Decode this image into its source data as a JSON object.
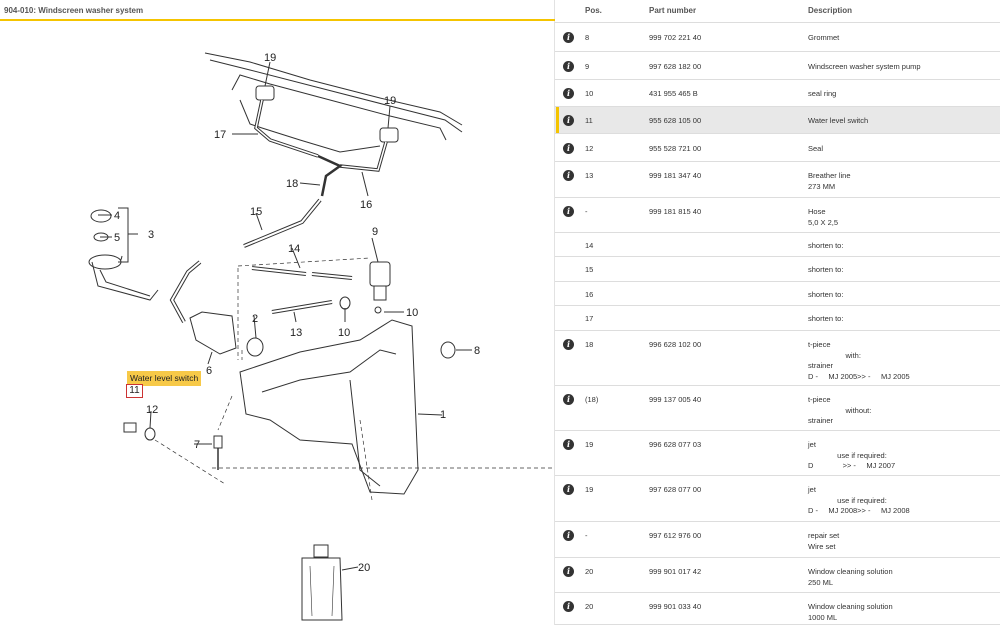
{
  "diagram": {
    "title": "904-010: Windscreen washer system",
    "tooltip": "Water level switch",
    "highlight_number": "11",
    "callouts": [
      "19",
      "19",
      "17",
      "18",
      "16",
      "15",
      "4",
      "5",
      "3",
      "14",
      "9",
      "10",
      "2",
      "13",
      "10",
      "8",
      "6",
      "12",
      "7",
      "1",
      "20"
    ]
  },
  "table": {
    "headers": {
      "pos": "Pos.",
      "part": "Part number",
      "desc": "Description"
    },
    "rows": [
      {
        "info": true,
        "pos": "8",
        "part": "999 702 221 40",
        "desc": "Grommet"
      },
      {
        "info": true,
        "pos": "9",
        "part": "997 628 182 00",
        "desc": "Windscreen washer system pump"
      },
      {
        "info": true,
        "pos": "10",
        "part": "431 955 465 B",
        "desc": "seal ring"
      },
      {
        "info": true,
        "pos": "11",
        "part": "955 628 105 00",
        "desc": "Water level switch",
        "selected": true
      },
      {
        "info": true,
        "pos": "12",
        "part": "955 528 721 00",
        "desc": "Seal"
      },
      {
        "info": true,
        "pos": "13",
        "part": "999 181 347 40",
        "desc": "Breather line\n273 MM"
      },
      {
        "info": true,
        "pos": "-",
        "part": "999 181 815 40",
        "desc": "Hose\n5,0 X 2,5"
      },
      {
        "info": false,
        "pos": "14",
        "part": "",
        "desc": "shorten to:"
      },
      {
        "info": false,
        "pos": "15",
        "part": "",
        "desc": "shorten to:"
      },
      {
        "info": false,
        "pos": "16",
        "part": "",
        "desc": "shorten to:"
      },
      {
        "info": false,
        "pos": "17",
        "part": "",
        "desc": "shorten to:"
      },
      {
        "info": true,
        "pos": "18",
        "part": "996 628 102 00",
        "desc": "t-piece\n                  with:\nstrainer\nD -     MJ 2005>> -     MJ 2005"
      },
      {
        "info": true,
        "pos": "(18)",
        "part": "999 137 005 40",
        "desc": "t-piece\n                  without:\nstrainer"
      },
      {
        "info": true,
        "pos": "19",
        "part": "996 628 077 03",
        "desc": "jet\n              use if required:\nD              >> -     MJ 2007"
      },
      {
        "info": true,
        "pos": "19",
        "part": "997 628 077 00",
        "desc": "jet\n              use if required:\nD -     MJ 2008>> -     MJ 2008"
      },
      {
        "info": true,
        "pos": "-",
        "part": "997 612 976 00",
        "desc": "repair set\nWire set"
      },
      {
        "info": true,
        "pos": "20",
        "part": "999 901 017 42",
        "desc": "Window cleaning solution\n250 ML"
      },
      {
        "info": true,
        "pos": "20",
        "part": "999 901 033 40",
        "desc": "Window cleaning solution\n1000 ML"
      }
    ]
  }
}
